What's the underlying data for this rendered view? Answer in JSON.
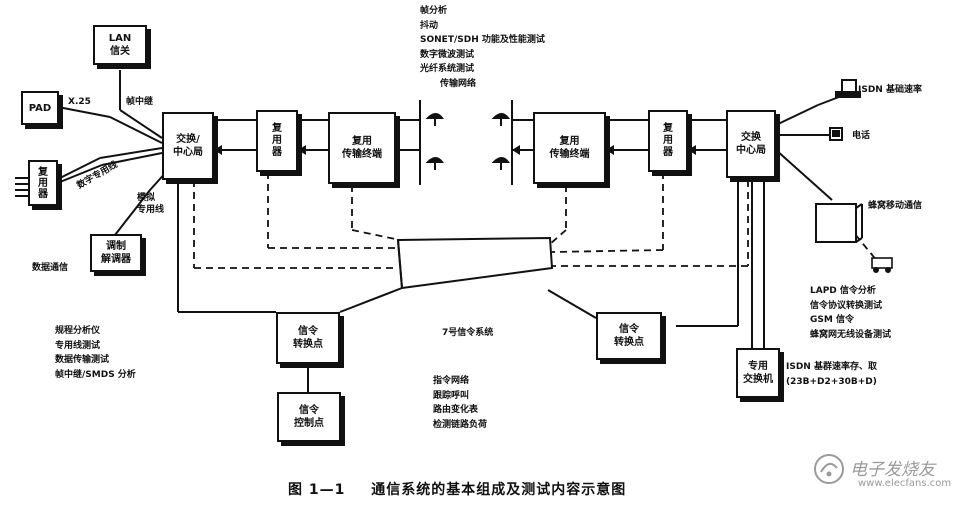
{
  "diagram": {
    "boxes": {
      "lan_bridge": "LAN\n信关",
      "pad": "PAD",
      "mux_left": "复\n用\n器",
      "modem": "调制\n解调器",
      "switch_left": "交换/\n中心局",
      "mux_a": "复\n用\n器",
      "mux_terminal_left": "复用\n传输终端",
      "mux_terminal_right": "复用\n传输终端",
      "mux_b": "复\n用\n器",
      "switch_right": "交换\n中心局",
      "signal_transfer_left": "信令\n转换点",
      "signal_control": "信令\n控制点",
      "signal_transfer_right": "信令\n转换点",
      "private_switch": "专用\n交换机"
    },
    "labels": {
      "x25": "X.25",
      "frame_relay": "帧中继",
      "digital_private_line": "数字专用线",
      "analog_private_line": "模拟\n专用线",
      "data_comm": "数据通信",
      "ss7": "7号信令系统",
      "isdn_basic_rate": "ISDN 基础速率",
      "telephone": "电话",
      "cellular": "蜂窝移动通信"
    },
    "top_tests": [
      "帧分析",
      "抖动",
      "SONET/SDH 功能及性能测试",
      "数字微波测试",
      "光纤系统测试",
      "传输网络"
    ],
    "left_tests": [
      "规程分析仪",
      "专用线测试",
      "数据传输测试",
      "帧中继/SMDS 分析"
    ],
    "center_tests": [
      "指令网络",
      "跟踪呼叫",
      "路由变化表",
      "检测链路负荷"
    ],
    "right_tests": [
      "LAPD 信令分析",
      "信令协议转换测试",
      "GSM 信令",
      "蜂窝网无线设备测试"
    ],
    "isdn_primary": [
      "ISDN 基群速率存、取",
      "(23B+D2+30B+D)"
    ]
  },
  "caption": {
    "figure_number": "图 1—1",
    "title": "通信系统的基本组成及测试内容示意图"
  },
  "watermark": {
    "text": "电子发烧友",
    "url": "www.elecfans.com",
    "icon": "elecfans-logo-icon"
  }
}
